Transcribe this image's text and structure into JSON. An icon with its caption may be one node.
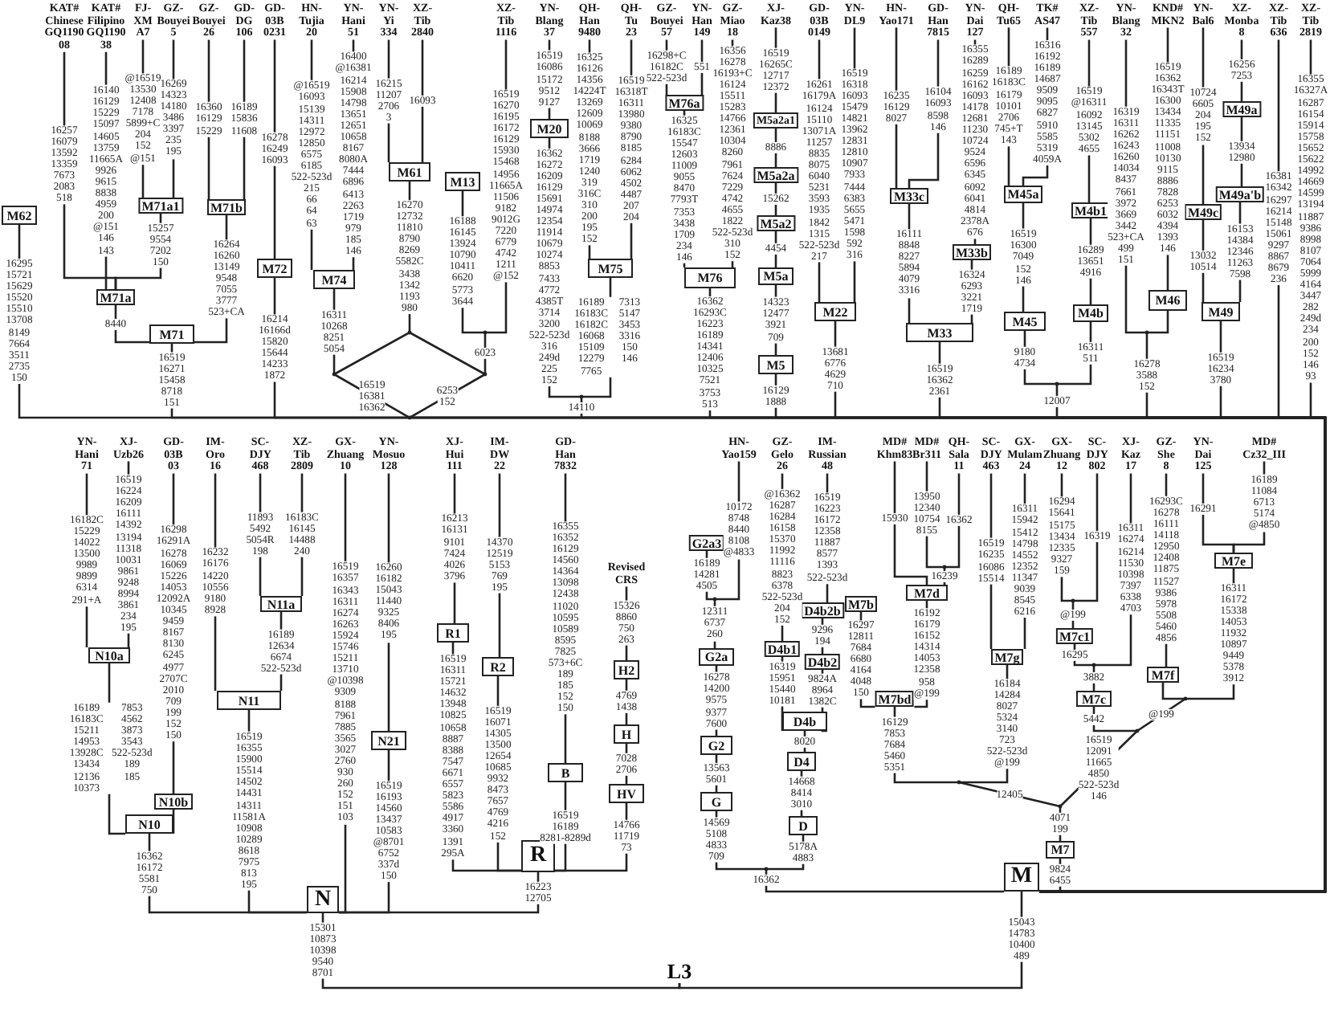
{
  "diagram": {
    "nodes": [
      {
        "text": [
          "KAT# Chinese GQ1190 08"
        ]
      },
      {
        "text": [
          "KAT# Filipino GQ1190 38"
        ]
      },
      {
        "text": [
          "FJ-XM A7"
        ]
      },
      {
        "text": [
          "GZ-Bouyei 5"
        ]
      },
      {
        "text": [
          "GZ-Bouyei 26"
        ]
      },
      {
        "text": [
          "GD-DG 106"
        ]
      },
      {
        "text": [
          "GD-03B 0231"
        ]
      },
      {
        "text": [
          "HN-Tujia 20"
        ]
      },
      {
        "text": [
          "YN-Hani 51"
        ]
      },
      {
        "text": [
          "YN-Yi 334"
        ]
      },
      {
        "text": [
          "XZ-Tib 2840"
        ]
      },
      {
        "text": [
          "XZ-Tib 1116"
        ]
      },
      {
        "text": [
          "YN-Blang 37"
        ]
      },
      {
        "text": [
          "QH-Han 9480"
        ]
      },
      {
        "text": [
          "QH-Tu 23"
        ]
      },
      {
        "text": [
          "GZ-Bouyei 57"
        ]
      },
      {
        "text": [
          "YN-Han 149"
        ]
      },
      {
        "text": [
          "GZ-Miao 18"
        ]
      },
      {
        "text": [
          "XJ-Kaz38"
        ]
      },
      {
        "text": [
          "GD-03B 0149"
        ]
      },
      {
        "text": [
          "YN-DL9"
        ]
      },
      {
        "text": [
          "HN-Yao171"
        ]
      },
      {
        "text": [
          "GD-Han 7815"
        ]
      },
      {
        "text": [
          "YN-Dai 127"
        ]
      },
      {
        "text": [
          "QH-Tu65"
        ]
      },
      {
        "text": [
          "TK# AS47"
        ]
      },
      {
        "text": [
          "XZ-Tib 557"
        ]
      },
      {
        "text": [
          "YN-Blang 32"
        ]
      },
      {
        "text": [
          "KND# MKN2"
        ]
      },
      {
        "text": [
          "YN-Bal6"
        ]
      },
      {
        "text": [
          "XZ-Monba 8"
        ]
      },
      {
        "text": [
          "XZ-Tib 636"
        ]
      },
      {
        "text": [
          "XZ-Tib 2819"
        ]
      },
      {
        "text": [
          "M62"
        ]
      },
      {
        "text": [
          "M71a1"
        ]
      },
      {
        "text": [
          "M71b"
        ]
      },
      {
        "text": [
          "M71a"
        ]
      },
      {
        "text": [
          "M71"
        ]
      },
      {
        "text": [
          "M72"
        ]
      },
      {
        "text": [
          "M74"
        ]
      },
      {
        "text": [
          "M61"
        ]
      },
      {
        "text": [
          "M13"
        ]
      },
      {
        "text": [
          "M20"
        ]
      },
      {
        "text": [
          "M75"
        ]
      },
      {
        "text": [
          "M76a"
        ]
      },
      {
        "text": [
          "M76"
        ]
      },
      {
        "text": [
          "M5a2a1"
        ]
      },
      {
        "text": [
          "M5a2a"
        ]
      },
      {
        "text": [
          "M5a2"
        ]
      },
      {
        "text": [
          "M5a"
        ]
      },
      {
        "text": [
          "M5"
        ]
      },
      {
        "text": [
          "M22"
        ]
      },
      {
        "text": [
          "M33c"
        ]
      },
      {
        "text": [
          "M33b"
        ]
      },
      {
        "text": [
          "M33"
        ]
      },
      {
        "text": [
          "M45a"
        ]
      },
      {
        "text": [
          "M45"
        ]
      },
      {
        "text": [
          "M4b1"
        ]
      },
      {
        "text": [
          "M4b"
        ]
      },
      {
        "text": [
          "M46"
        ]
      },
      {
        "text": [
          "M49a"
        ]
      },
      {
        "text": [
          "M49a'b"
        ]
      },
      {
        "text": [
          "M49c"
        ]
      },
      {
        "text": [
          "M49"
        ]
      },
      {
        "text": [],
        "shape": "point"
      },
      {
        "text": [],
        "shape": "point"
      },
      {
        "text": [],
        "shape": "point"
      },
      {
        "text": [],
        "shape": "point"
      },
      {
        "text": [],
        "shape": "point"
      },
      {
        "text": [],
        "shape": "point"
      },
      {
        "text": [],
        "shape": "point"
      },
      {
        "text": [],
        "shape": "point"
      },
      {
        "text": [
          "YN-Hani 71"
        ]
      },
      {
        "text": [
          "XJ-Uzb26"
        ]
      },
      {
        "text": [
          "GD-03B 03"
        ]
      },
      {
        "text": [
          "IM-Oro 16"
        ]
      },
      {
        "text": [
          "SC-DJY 468"
        ]
      },
      {
        "text": [
          "XZ-Tib 2809"
        ]
      },
      {
        "text": [
          "GX-Zhuang 10"
        ]
      },
      {
        "text": [
          "YN-Mosuo 128"
        ]
      },
      {
        "text": [
          "XJ-Hui 111"
        ]
      },
      {
        "text": [
          "IM-DW 22"
        ]
      },
      {
        "text": [
          "GD-Han 7832"
        ]
      },
      {
        "text": [
          "Revised CRS"
        ]
      },
      {
        "text": [
          "HN-Yao159"
        ]
      },
      {
        "text": [
          "GZ-Gelo 26"
        ]
      },
      {
        "text": [
          "IM-Russian 48"
        ]
      },
      {
        "text": [
          "MD# Khm83"
        ]
      },
      {
        "text": [
          "MD# Br311"
        ]
      },
      {
        "text": [
          "QH-Sala 11"
        ]
      },
      {
        "text": [
          "SC-DJY 463"
        ]
      },
      {
        "text": [
          "GX-Mulam 24"
        ]
      },
      {
        "text": [
          "GX-Zhuang 12"
        ]
      },
      {
        "text": [
          "SC-DJY 802"
        ]
      },
      {
        "text": [
          "XJ-Kaz 17"
        ]
      },
      {
        "text": [
          "GZ-She 8"
        ]
      },
      {
        "text": [
          "YN-Dai 125"
        ]
      },
      {
        "text": [
          "MD# Cz32_III"
        ]
      },
      {
        "text": [
          "N10a"
        ]
      },
      {
        "text": [
          "N10b"
        ]
      },
      {
        "text": [
          "N10"
        ]
      },
      {
        "text": [
          "N11a"
        ]
      },
      {
        "text": [
          "N11"
        ]
      },
      {
        "text": [
          "N21"
        ]
      },
      {
        "text": [
          "N"
        ]
      },
      {
        "text": [
          "R1"
        ]
      },
      {
        "text": [
          "R2"
        ]
      },
      {
        "text": [
          "B"
        ]
      },
      {
        "text": [
          "H2"
        ]
      },
      {
        "text": [
          "H"
        ]
      },
      {
        "text": [
          "HV"
        ]
      },
      {
        "text": [
          "R"
        ]
      },
      {
        "text": [
          "G2a3"
        ]
      },
      {
        "text": [
          "G2a"
        ]
      },
      {
        "text": [
          "G2"
        ]
      },
      {
        "text": [
          "G"
        ]
      },
      {
        "text": [
          "D4b1"
        ]
      },
      {
        "text": [
          "D4b2b"
        ]
      },
      {
        "text": [
          "D4b2"
        ]
      },
      {
        "text": [
          "D4b"
        ]
      },
      {
        "text": [
          "D4"
        ]
      },
      {
        "text": [
          "D"
        ]
      },
      {
        "text": [
          "M7b"
        ]
      },
      {
        "text": [
          "M7d"
        ]
      },
      {
        "text": [
          "M7bd"
        ]
      },
      {
        "text": [
          "M7g"
        ]
      },
      {
        "text": [
          "M7c1"
        ]
      },
      {
        "text": [
          "M7c"
        ]
      },
      {
        "text": [
          "M7f"
        ]
      },
      {
        "text": [
          "M7e"
        ]
      },
      {
        "text": [
          "M7"
        ]
      },
      {
        "text": [
          "M"
        ]
      },
      {
        "text": [
          "L3"
        ]
      },
      {
        "text": [],
        "shape": "point"
      },
      {
        "text": [],
        "shape": "point"
      },
      {
        "text": [],
        "shape": "point"
      },
      {
        "text": [],
        "shape": "point"
      },
      {
        "text": [],
        "shape": "point"
      },
      {
        "text": [],
        "shape": "point"
      },
      {
        "text": [],
        "shape": "point"
      },
      {
        "text": [],
        "shape": "point"
      },
      {
        "text": [],
        "shape": "point"
      }
    ],
    "edges": [
      {
        "from": 36,
        "to": 0,
        "arrow": "none",
        "label": "16257 16079 13592 13359 7673 2083 518"
      },
      {
        "from": 36,
        "to": 1,
        "arrow": "none",
        "label": "16140 16129 15229 15097 14605 13759 11665A 9926 9615 8838 4959 200 @151 146 143"
      },
      {
        "from": 34,
        "to": 2,
        "arrow": "none",
        "label": "@16519 13530 12408 7178 5899+C 204 152 @151"
      },
      {
        "from": 34,
        "to": 3,
        "arrow": "none",
        "label": "16269 14323 14180 3486 3397 235 195"
      },
      {
        "from": 36,
        "to": 34,
        "arrow": "none",
        "label": "15257 9554 7202 150"
      },
      {
        "from": 37,
        "to": 36,
        "arrow": "none",
        "label": "8440"
      },
      {
        "from": 35,
        "to": 4,
        "arrow": "none",
        "label": "16360 16129 15229"
      },
      {
        "from": 35,
        "to": 5,
        "arrow": "none",
        "label": "16189 15836 11608"
      },
      {
        "from": 37,
        "to": 35,
        "arrow": "none",
        "label": "16264 16260 13149 9548 7055 3777 523+CA"
      },
      {
        "from": 131,
        "to": 37,
        "arrow": "none",
        "label": "16519 16271 15458 8718 151"
      },
      {
        "from": 131,
        "to": 33,
        "arrow": "none",
        "label": "16295 15721 15629 15520 15510 13708 8149 7664 3511 2735 150"
      },
      {
        "from": 38,
        "to": 6,
        "arrow": "none",
        "label": "16278 16249 16093"
      },
      {
        "from": 131,
        "to": 38,
        "arrow": "none",
        "label": "16214 16166d 15820 15644 14233 1872"
      },
      {
        "from": 39,
        "to": 7,
        "arrow": "none",
        "label": "@16519 16093 15139 14311 12972 12850 6575 6185 522-523d 215 66 64 63"
      },
      {
        "from": 39,
        "to": 8,
        "arrow": "none",
        "label": "16400 @16381 16214 15908 14798 13651 12651 10658 8167 8080A 7444 6896 6413 2263 1719 979 185 146"
      },
      {
        "from": 40,
        "to": 9,
        "arrow": "none",
        "label": "16215 11207 2706 3"
      },
      {
        "from": 40,
        "to": 10,
        "arrow": "none",
        "label": "16093"
      },
      {
        "from": 65,
        "to": 39,
        "arrow": "none",
        "label": "16311 10268 8251 5054"
      },
      {
        "from": 66,
        "to": 40,
        "arrow": "none",
        "label": "16270 12732 11810 8790 8269 5582C 3438 1342 1193 980"
      },
      {
        "from": 65,
        "to": 66,
        "arrow": "none"
      },
      {
        "from": 67,
        "to": 66,
        "arrow": "none"
      },
      {
        "from": 68,
        "to": 65,
        "arrow": "none",
        "label": "16519 16381 16362"
      },
      {
        "from": 68,
        "to": 67,
        "arrow": "none",
        "label": "6253 152"
      },
      {
        "from": 64,
        "to": 41,
        "arrow": "none",
        "label": "16188 16145 13924 10790 10411 6620 5773 3644"
      },
      {
        "from": 64,
        "to": 11,
        "arrow": "none",
        "label": "16519 16270 16195 16172 16129 15930 15468 14956 11665A 11506 9182 9012G 7220 6779 4742 1211 @152"
      },
      {
        "from": 67,
        "to": 64,
        "arrow": "none",
        "label": "6023"
      },
      {
        "from": 131,
        "to": 68,
        "arrow": "none"
      },
      {
        "from": 42,
        "to": 12,
        "arrow": "none",
        "label": "16519 16086 15172 9512 9127"
      },
      {
        "from": 69,
        "to": 42,
        "arrow": "none",
        "label": "16362 16272 16209 16129 15691 14974 12354 11914 10679 10274 8853 7433 4772 4385T 3714 3200 522-523d 316 249d 225 152"
      },
      {
        "from": 43,
        "to": 13,
        "arrow": "none",
        "label": "16325 16126 14356 14224T 13269 12609 10069 8188 3666 1719 1240 319 316C 310 200 195 152"
      },
      {
        "from": 43,
        "to": 14,
        "arrow": "none",
        "label": "16519 16318T 16311 13980 9380 8790 8185 6284 6062 4502 4487 207 204"
      },
      {
        "from": 69,
        "to": 43,
        "arrow": "none",
        "label": "16189 16183C 16182C 16068 15109 12279 7765 7313 5147 3453 3316 150 146"
      },
      {
        "from": 131,
        "to": 69,
        "arrow": "none",
        "label": "14110"
      },
      {
        "from": 44,
        "to": 15,
        "arrow": "none",
        "label": "16298+C 16182C 522-523d"
      },
      {
        "from": 44,
        "to": 16,
        "arrow": "none",
        "label": "551"
      },
      {
        "from": 45,
        "to": 44,
        "arrow": "none",
        "label": "16325 16183C 15547 12603 11009 9055 8470 7793T 7353 3438 1709 234 146"
      },
      {
        "from": 45,
        "to": 17,
        "arrow": "none",
        "label": "16356 16278 16193+C 16124 15511 15283 14766 12361 10304 8260 7961 7624 7229 4742 4655 1822 522-523d 310 152"
      },
      {
        "from": 131,
        "to": 45,
        "arrow": "none",
        "label": "16362 16293C 16223 16189 14341 12406 10325 7521 3753 513"
      },
      {
        "from": 46,
        "to": 18,
        "arrow": "none",
        "label": "16519 16265C 12717 12372"
      },
      {
        "from": 47,
        "to": 46,
        "arrow": "none",
        "label": "8886"
      },
      {
        "from": 48,
        "to": 47,
        "arrow": "none",
        "label": "15262"
      },
      {
        "from": 49,
        "to": 48,
        "arrow": "none",
        "label": "4454"
      },
      {
        "from": 50,
        "to": 49,
        "arrow": "none",
        "label": "14323 12477 3921 709"
      },
      {
        "from": 131,
        "to": 50,
        "arrow": "none",
        "label": "16129 1888"
      },
      {
        "from": 51,
        "to": 19,
        "arrow": "none",
        "label": "16261 16179A 16124 15110 13071A 11257 8835 8075 6040 5231 3593 1935 1842 1315 522-523d 217"
      },
      {
        "from": 51,
        "to": 20,
        "arrow": "none",
        "label": "16519 16318 16093 15479 14821 13962 12831 12810 10907 7933 7444 6383 5655 5471 1598 592 316"
      },
      {
        "from": 131,
        "to": 51,
        "arrow": "none",
        "label": "13681 6776 4629 710"
      },
      {
        "from": 52,
        "to": 21,
        "arrow": "none",
        "label": "16235 16129 8027"
      },
      {
        "from": 52,
        "to": 22,
        "arrow": "none",
        "label": "16104 16093 8598 146"
      },
      {
        "from": 54,
        "to": 52,
        "arrow": "none",
        "label": "16111 8848 8227 5894 4079 3316"
      },
      {
        "from": 53,
        "to": 23,
        "arrow": "none",
        "label": "16355 16289 16259 16162 16093 14178 12681 11230 10724 9524 6596 6345 6092 6041 4814 2378A 676"
      },
      {
        "from": 54,
        "to": 53,
        "arrow": "none",
        "label": "16324 6293 3221 1719"
      },
      {
        "from": 131,
        "to": 54,
        "arrow": "none",
        "label": "16519 16362 2361"
      },
      {
        "from": 55,
        "to": 24,
        "arrow": "none",
        "label": "16189 16183C 16179 10101 2706 745+T 143"
      },
      {
        "from": 55,
        "to": 25,
        "arrow": "none",
        "label": "16316 16192 16189 14687 9509 9095 6827 5910 5585 5319 4059A"
      },
      {
        "from": 56,
        "to": 55,
        "arrow": "none",
        "label": "16519 16300 7049 152 146"
      },
      {
        "from": 70,
        "to": 56,
        "arrow": "none",
        "label": "9180 4734"
      },
      {
        "from": 57,
        "to": 26,
        "arrow": "none",
        "label": "16519 @16311 16092 13145 5302 4655"
      },
      {
        "from": 58,
        "to": 57,
        "arrow": "none",
        "label": "16289 13651 4916"
      },
      {
        "from": 70,
        "to": 58,
        "arrow": "none",
        "label": "16311 511"
      },
      {
        "from": 131,
        "to": 70,
        "arrow": "none",
        "label": "12007"
      },
      {
        "from": 71,
        "to": 27,
        "arrow": "none",
        "label": "16319 16311 16262 16243 16260 14034 8437 7661 3972 3669 3442 523+CA 499 151"
      },
      {
        "from": 59,
        "to": 28,
        "arrow": "none",
        "label": "16519 16362 16343T 16300 13434 11335 11151 11008 10130 9115 8886 7828 6253 6032 4394 1393 146"
      },
      {
        "from": 71,
        "to": 59,
        "arrow": "none"
      },
      {
        "from": 131,
        "to": 71,
        "arrow": "none",
        "label": "16278 3588 152"
      },
      {
        "from": 62,
        "to": 29,
        "arrow": "none",
        "label": "10724 6605 204 195 152"
      },
      {
        "from": 63,
        "to": 62,
        "arrow": "none",
        "label": "13032 10514"
      },
      {
        "from": 60,
        "to": 30,
        "arrow": "none",
        "label": "16256 7253"
      },
      {
        "from": 61,
        "to": 60,
        "arrow": "none",
        "label": "13934 12980"
      },
      {
        "from": 63,
        "to": 61,
        "arrow": "none",
        "label": "16153 14384 12346 11263 7598"
      },
      {
        "from": 131,
        "to": 63,
        "arrow": "none",
        "label": "16519 16234 3780"
      },
      {
        "from": 131,
        "to": 31,
        "arrow": "none",
        "label": "16381 16342 16297 16214 15148 15061 9297 8867 8679 236"
      },
      {
        "from": 131,
        "to": 32,
        "arrow": "none",
        "label": "16355 16327A 16287 16154 15914 15758 15652 15622 14992 14669 14599 13194 11887 9386 8998 8107 7064 5999 4164 3447 282 249d 234 200 152 146 93"
      },
      {
        "from": 98,
        "to": 72,
        "arrow": "none",
        "label": "16182C 15229 14022 13500 9989 9899 6314 291+A"
      },
      {
        "from": 98,
        "to": 73,
        "arrow": "none",
        "label": "16519 16224 16209 16111 14392 13194 11318 10031 9861 9248 8994 3861 234 195"
      },
      {
        "from": 100,
        "to": 98,
        "arrow": "none",
        "label": "16189 16183C 15211 14953 13928C 13434 12136 10373 7853 4562 3873 3543 522-523d 189 185"
      },
      {
        "from": 99,
        "to": 74,
        "arrow": "none",
        "label": "16298 16291A 16278 16069 15226 14053 12092A 10345 9459 8167 8130 6245 4977 2707C 2010 709 199 152 150"
      },
      {
        "from": 100,
        "to": 99,
        "arrow": "none"
      },
      {
        "from": 104,
        "to": 100,
        "arrow": "none",
        "label": "16362 16172 5581 750"
      },
      {
        "from": 102,
        "to": 75,
        "arrow": "none",
        "label": "16232 16176 14220 10556 9180 8928"
      },
      {
        "from": 101,
        "to": 76,
        "arrow": "none",
        "label": "11893 5492 5054R 198"
      },
      {
        "from": 101,
        "to": 77,
        "arrow": "none",
        "label": "16183C 16145 14488 240"
      },
      {
        "from": 102,
        "to": 101,
        "arrow": "none",
        "label": "16189 12634 6674 522-523d"
      },
      {
        "from": 104,
        "to": 102,
        "arrow": "none",
        "label": "16519 16355 15900 15514 14502 14431 14311 11581A 10908 10289 8618 7975 813 195"
      },
      {
        "from": 104,
        "to": 78,
        "arrow": "none",
        "label": "16519 16357 16343 16311 16274 16263 15924 15746 15211 13710 @10398 9309 8188 7961 7885 3565 3027 2760 930 260 152 151 103"
      },
      {
        "from": 103,
        "to": 79,
        "arrow": "none",
        "label": "16260 16182 15043 11440 9325 8406 195"
      },
      {
        "from": 104,
        "to": 103,
        "arrow": "none",
        "label": "16519 16193 14560 13437 10583 @8701 6752 337d 150"
      },
      {
        "from": 132,
        "to": 104,
        "arrow": "none",
        "label": "15301 10873 10398 9540 8701"
      },
      {
        "from": 105,
        "to": 80,
        "arrow": "none",
        "label": "16213 16131 9101 7424 4026 3796"
      },
      {
        "from": 111,
        "to": 105,
        "arrow": "none",
        "label": "16519 16311 15721 14632 13948 10825 10658 8887 8388 7547 6671 6557 5823 5586 4917 3360 1391 295A"
      },
      {
        "from": 106,
        "to": 81,
        "arrow": "none",
        "label": "14370 12519 5153 769 195"
      },
      {
        "from": 111,
        "to": 106,
        "arrow": "none",
        "label": "16519 16071 14305 13500 12654 10685 9932 8473 7657 4769 4216 152"
      },
      {
        "from": 107,
        "to": 82,
        "arrow": "none",
        "label": "16355 16352 16129 14560 14364 13098 12438 11020 10595 10589 8595 7825 573+6C 189 185 152 150"
      },
      {
        "from": 111,
        "to": 107,
        "arrow": "none",
        "label": "16519 16189 8281-8289d"
      },
      {
        "from": 108,
        "to": 83,
        "arrow": "none",
        "label": "15326 8860 750 263"
      },
      {
        "from": 109,
        "to": 108,
        "arrow": "none",
        "label": "4769 1438"
      },
      {
        "from": 110,
        "to": 109,
        "arrow": "none",
        "label": "7028 2706"
      },
      {
        "from": 111,
        "to": 110,
        "arrow": "none",
        "label": "14766 11719 73"
      },
      {
        "from": 104,
        "to": 111,
        "arrow": "none",
        "label": "16223 12705"
      },
      {
        "from": 133,
        "to": 112,
        "arrow": "none",
        "label": "16189 14281 4505"
      },
      {
        "from": 133,
        "to": 84,
        "arrow": "none",
        "label": "10172 8748 8440 8108 @4833"
      },
      {
        "from": 113,
        "to": 133,
        "arrow": "none",
        "label": "12311 6737 260"
      },
      {
        "from": 114,
        "to": 113,
        "arrow": "none",
        "label": "16278 14200 9575 9377 7600"
      },
      {
        "from": 115,
        "to": 114,
        "arrow": "none",
        "label": "13563 5601"
      },
      {
        "from": 134,
        "to": 115,
        "arrow": "none",
        "label": "14569 5108 4833 709"
      },
      {
        "from": 116,
        "to": 85,
        "arrow": "none",
        "label": "@16362 16287 16284 16158 15370 11992 11116 8823 6378 522-523d 204 152"
      },
      {
        "from": 119,
        "to": 116,
        "arrow": "none",
        "label": "16319 15951 15440 10181"
      },
      {
        "from": 117,
        "to": 86,
        "arrow": "none",
        "label": "16519 16223 16172 12358 11887 8577 1393 522-523d"
      },
      {
        "from": 118,
        "to": 117,
        "arrow": "none",
        "label": "9296 194"
      },
      {
        "from": 119,
        "to": 118,
        "arrow": "none",
        "label": "9824A 8964 1382C"
      },
      {
        "from": 120,
        "to": 119,
        "arrow": "none",
        "label": "8020"
      },
      {
        "from": 121,
        "to": 120,
        "arrow": "none",
        "label": "14668 8414 3010"
      },
      {
        "from": 134,
        "to": 121,
        "arrow": "none",
        "label": "5178A 4883"
      },
      {
        "from": 131,
        "to": 134,
        "arrow": "none",
        "label": "16362"
      },
      {
        "from": 123,
        "to": 87,
        "arrow": "none",
        "label": "15930"
      },
      {
        "from": 135,
        "to": 88,
        "arrow": "none",
        "label": "13950 12340 10754 8155"
      },
      {
        "from": 135,
        "to": 89,
        "arrow": "none",
        "label": "16362"
      },
      {
        "from": 123,
        "to": 135,
        "arrow": "none",
        "label": "16239"
      },
      {
        "from": 124,
        "to": 123,
        "arrow": "none",
        "label": "16192 16179 16152 14314 14053 12358 958 @199"
      },
      {
        "from": 124,
        "to": 122,
        "arrow": "none",
        "label": "16297 12811 7684 6680 4164 4048 150"
      },
      {
        "from": 136,
        "to": 124,
        "arrow": "none",
        "label": "16129 7853 7684 5460 5351"
      },
      {
        "from": 125,
        "to": 90,
        "arrow": "none",
        "label": "16519 16235 16086 15514"
      },
      {
        "from": 125,
        "to": 91,
        "arrow": "none",
        "label": "16311 15942 15412 14798 14552 12352 11347 9039 8545 6216"
      },
      {
        "from": 136,
        "to": 125,
        "arrow": "none",
        "label": "16184 14284 8027 5324 3140 723 522-523d @199"
      },
      {
        "from": 141,
        "to": 136,
        "arrow": "none",
        "label": "12405"
      },
      {
        "from": 137,
        "to": 92,
        "arrow": "none",
        "label": "16294 15641 15175 13434 12335 9327 159"
      },
      {
        "from": 137,
        "to": 93,
        "arrow": "none",
        "label": "16319"
      },
      {
        "from": 126,
        "to": 137,
        "arrow": "none",
        "label": "@199"
      },
      {
        "from": 138,
        "to": 126,
        "arrow": "none",
        "label": "16295"
      },
      {
        "from": 138,
        "to": 94,
        "arrow": "none",
        "label": "16311 16274 16214 11530 10398 7397 6338 4703"
      },
      {
        "from": 127,
        "to": 138,
        "arrow": "none",
        "label": "3882"
      },
      {
        "from": 140,
        "to": 127,
        "arrow": "none",
        "label": "5442"
      },
      {
        "from": 128,
        "to": 95,
        "arrow": "none",
        "label": "16293C 16278 16111 14118 12950 12408 11875 11527 9386 5978 5508 5460 4856"
      },
      {
        "from": 129,
        "to": 96,
        "arrow": "none",
        "label": "16291"
      },
      {
        "from": 129,
        "to": 97,
        "arrow": "none",
        "label": "16189 11084 6713 5174 @4850"
      },
      {
        "from": 139,
        "to": 129,
        "arrow": "none",
        "label": "16311 16172 15338 14053 11932 10897 9449 5378 3912"
      },
      {
        "from": 139,
        "to": 128,
        "arrow": "none"
      },
      {
        "from": 140,
        "to": 139,
        "arrow": "none",
        "label": "@199"
      },
      {
        "from": 141,
        "to": 140,
        "arrow": "none",
        "label": "16519 12091 11665 4850 522-523d 146"
      },
      {
        "from": 130,
        "to": 141,
        "arrow": "none",
        "label": "4071 199"
      },
      {
        "from": 131,
        "to": 130,
        "arrow": "none",
        "label": "9824 6455"
      },
      {
        "from": 132,
        "to": 131,
        "arrow": "none",
        "label": "15043 14783 10400 489"
      }
    ]
  }
}
